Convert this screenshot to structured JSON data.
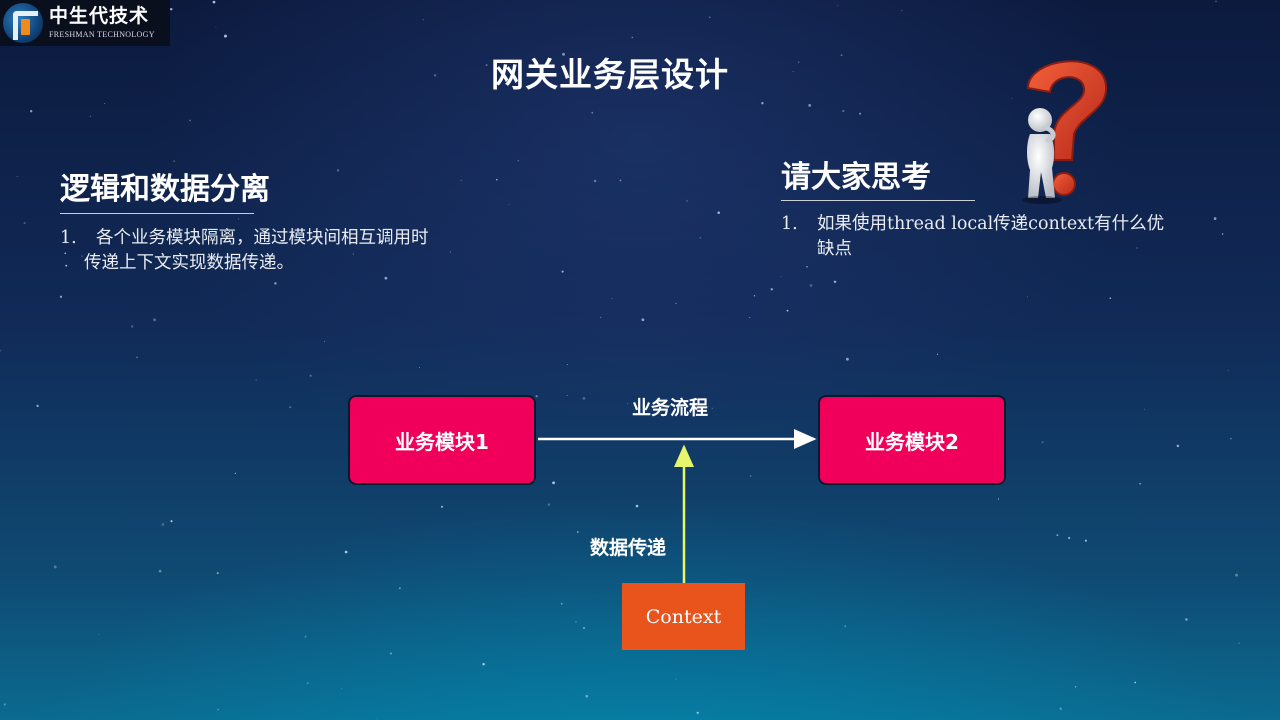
{
  "logo": {
    "name_cn": "中生代技术",
    "name_en": "FRESHMAN TECHNOLOGY"
  },
  "title": "网关业务层设计",
  "left_section": {
    "heading": "逻辑和数据分离",
    "items": [
      {
        "num": "1.",
        "lines": [
          "各个业务模块隔离，通过模块间相互调用时",
          "传递上下文实现数据传递。"
        ]
      }
    ]
  },
  "right_section": {
    "heading": "请大家思考",
    "items": [
      {
        "num": "1.",
        "lines": [
          "如果使用thread local传递context有什么优",
          "缺点"
        ]
      }
    ]
  },
  "diagram": {
    "module1": "业务模块1",
    "module2": "业务模块2",
    "flow_label": "业务流程",
    "data_label": "数据传递",
    "context": "Context"
  },
  "colors": {
    "module_fill": "#f0005a",
    "context_fill": "#e9531c",
    "flow_arrow": "#ffffff",
    "data_arrow": "#e6f56a",
    "question_mark": "#e24a2a"
  },
  "icons": {
    "figure": "question-mark-person-icon",
    "logo": "company-logo-icon"
  }
}
